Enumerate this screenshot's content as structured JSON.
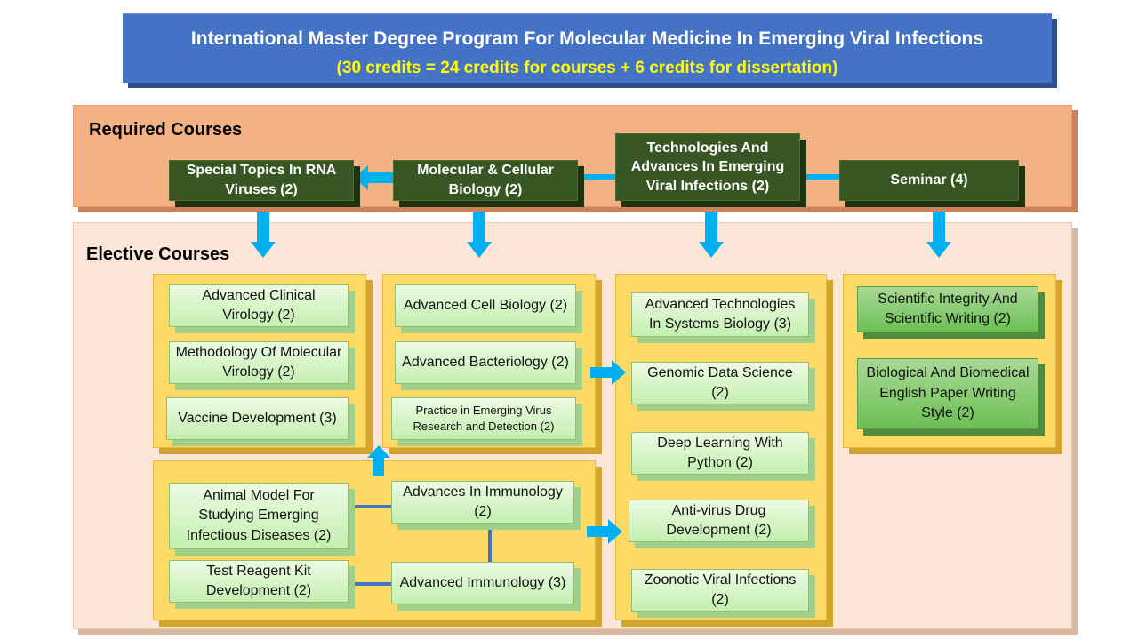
{
  "title": {
    "main": "International Master Degree Program For Molecular Medicine In Emerging Viral Infections",
    "sub": "(30 credits = 24 credits for courses + 6 credits for dissertation)"
  },
  "required": {
    "label": "Required Courses",
    "courses": [
      "Special Topics In RNA Viruses (2)",
      "Molecular & Cellular Biology (2)",
      "Technologies And Advances In Emerging Viral Infections (2)",
      "Seminar (4)"
    ]
  },
  "elective": {
    "label": "Elective Courses",
    "virology": [
      "Advanced Clinical Virology (2)",
      "Methodology Of Molecular Virology (2)",
      "Vaccine Development (3)"
    ],
    "cell": [
      "Advanced Cell Biology (2)",
      "Advanced Bacteriology (2)",
      "Practice in Emerging Virus Research and Detection (2)"
    ],
    "immunology": [
      "Animal Model For Studying Emerging Infectious Diseases (2)",
      "Advances In Immunology (2)",
      "Test Reagent Kit Development (2)",
      "Advanced Immunology (3)"
    ],
    "technology": [
      "Advanced Technologies In Systems Biology (3)",
      "Genomic Data Science (2)",
      "Deep Learning With Python (2)",
      "Anti-virus Drug Development (2)",
      "Zoonotic Viral Infections (2)"
    ],
    "writing": [
      "Scientific Integrity And Scientific Writing (2)",
      "Biological And Biomedical English Paper Writing Style (2)"
    ]
  },
  "colors": {
    "title_bg": "#4472c4",
    "subtitle_text": "#ffff00",
    "required_bg": "#f4b183",
    "elective_bg": "#fbe5d6",
    "required_course_bg": "#375623",
    "group_bg": "#ffd966",
    "course_bg": "#c6efb3",
    "arrow": "#00b0f0"
  }
}
